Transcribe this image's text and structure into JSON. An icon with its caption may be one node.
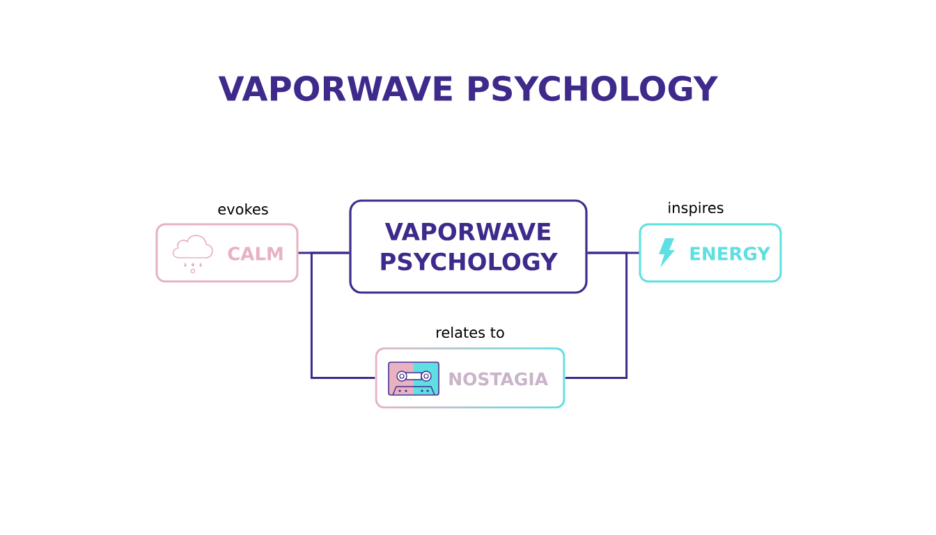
{
  "diagram": {
    "title": "VAPORWAVE PSYCHOLOGY",
    "nodes": [
      {
        "text": [
          "VAPORWAVE PSYCHOLOGY"
        ]
      },
      {
        "text": [
          "CALM"
        ],
        "beside": [
          "evokes"
        ]
      },
      {
        "text": [
          "ENERGY"
        ],
        "beside": [
          "inspires"
        ]
      },
      {
        "text": [
          "NOSTAGIA"
        ],
        "beside": [
          "relates to"
        ]
      }
    ],
    "edges": [
      {
        "from": 0,
        "to": 1,
        "arrow": "none"
      },
      {
        "from": 0,
        "to": 3,
        "arrow": "none"
      },
      {
        "from": 0,
        "to": 2,
        "arrow": "none"
      },
      {
        "from": 0,
        "to": 3,
        "arrow": "none"
      }
    ]
  }
}
